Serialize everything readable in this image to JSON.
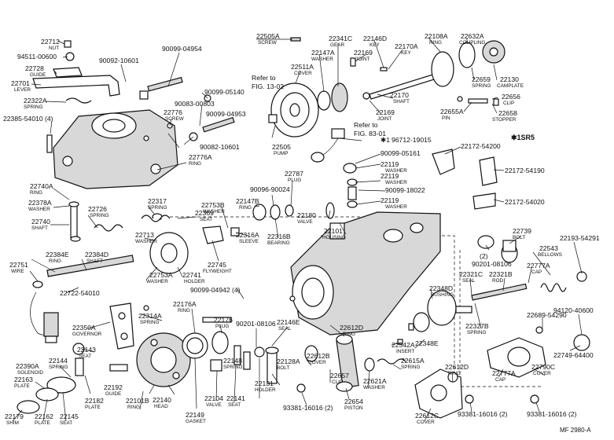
{
  "figure_code": "MF 2980-A",
  "variant_note": "✱1SR5",
  "callouts": [
    {
      "id": "c1",
      "part": "22712",
      "name": "NUT"
    },
    {
      "id": "c2",
      "part": "94511-00600",
      "name": ""
    },
    {
      "id": "c3",
      "part": "22728",
      "name": "GUIDE"
    },
    {
      "id": "c4",
      "part": "22701",
      "name": "LEVER"
    },
    {
      "id": "c5",
      "part": "22322A",
      "name": "SPRING"
    },
    {
      "id": "c6",
      "part": "22385-54010 (4)",
      "name": ""
    },
    {
      "id": "c7",
      "part": "90092-10601",
      "name": ""
    },
    {
      "id": "c8",
      "part": "90099-04954",
      "name": ""
    },
    {
      "id": "c9",
      "part": "90099-05140",
      "name": ""
    },
    {
      "id": "c10",
      "part": "90083-00803",
      "name": ""
    },
    {
      "id": "c11",
      "part": "22776",
      "name": "SCREW"
    },
    {
      "id": "c12",
      "part": "90099-04953",
      "name": ""
    },
    {
      "id": "c13",
      "part": "90082-10601",
      "name": ""
    },
    {
      "id": "c14",
      "part": "22776A",
      "name": "RING"
    },
    {
      "id": "c15",
      "part": "22505A",
      "name": "SCREW"
    },
    {
      "id": "c16",
      "part": "22341C",
      "name": "GEAR"
    },
    {
      "id": "c17",
      "part": "22147A",
      "name": "WASHER"
    },
    {
      "id": "c18",
      "part": "22511A",
      "name": "COVER"
    },
    {
      "id": "c19",
      "part": "22505",
      "name": "PUMP"
    },
    {
      "id": "c20",
      "part": "22169",
      "name": "JOINT"
    },
    {
      "id": "c21",
      "part": "22146D",
      "name": "KEY"
    },
    {
      "id": "c22",
      "part": "22170A",
      "name": "KEY"
    },
    {
      "id": "c23",
      "part": "22108A",
      "name": "RING"
    },
    {
      "id": "c24",
      "part": "22632A",
      "name": "COUPLING"
    },
    {
      "id": "c25",
      "part": "22130",
      "name": "CAMPLATE"
    },
    {
      "id": "c26",
      "part": "22659",
      "name": "SPRING"
    },
    {
      "id": "c27",
      "part": "22170",
      "name": "SHAFT"
    },
    {
      "id": "c28",
      "part": "22169",
      "name": "JOINT"
    },
    {
      "id": "c29",
      "part": "22656",
      "name": "CLIP"
    },
    {
      "id": "c30",
      "part": "22655A",
      "name": "PIN"
    },
    {
      "id": "c31",
      "part": "22658",
      "name": "STOPPER"
    },
    {
      "id": "c32",
      "part": "96712-19015",
      "name": ""
    },
    {
      "id": "c33",
      "part": "90099-05161",
      "name": ""
    },
    {
      "id": "c34",
      "part": "22172-54200",
      "name": ""
    },
    {
      "id": "c35",
      "part": "22119",
      "name": "WASHER"
    },
    {
      "id": "c36",
      "part": "22119",
      "name": "WASHER"
    },
    {
      "id": "c37",
      "part": "90099-18022",
      "name": ""
    },
    {
      "id": "c38",
      "part": "22119",
      "name": "WASHER"
    },
    {
      "id": "c39",
      "part": "22172-54190",
      "name": ""
    },
    {
      "id": "c40",
      "part": "22172-54020",
      "name": ""
    },
    {
      "id": "c41",
      "part": "22101",
      "name": "HOUSING"
    },
    {
      "id": "c42",
      "part": "22180",
      "name": "VALVE"
    },
    {
      "id": "c43",
      "part": "22787",
      "name": "PLUG"
    },
    {
      "id": "c44",
      "part": "90096-90024",
      "name": ""
    },
    {
      "id": "c45",
      "part": "22147B",
      "name": "RING"
    },
    {
      "id": "c46",
      "part": "22753B",
      "name": "WASHER"
    },
    {
      "id": "c47",
      "part": "22316A",
      "name": "SLEEVE"
    },
    {
      "id": "c48",
      "part": "22316B",
      "name": "BEARING"
    },
    {
      "id": "c49",
      "part": "22740A",
      "name": "RING"
    },
    {
      "id": "c50",
      "part": "22378A",
      "name": "WASHER"
    },
    {
      "id": "c51",
      "part": "22740",
      "name": "SHAFT"
    },
    {
      "id": "c52",
      "part": "22726",
      "name": "SPRING"
    },
    {
      "id": "c53",
      "part": "22317",
      "name": "SPRING"
    },
    {
      "id": "c54",
      "part": "22369",
      "name": "SEAT"
    },
    {
      "id": "c55",
      "part": "22713",
      "name": "WASHER"
    },
    {
      "id": "c56",
      "part": "22745",
      "name": "FLYWEIGHT"
    },
    {
      "id": "c57",
      "part": "22741",
      "name": "HOLDER"
    },
    {
      "id": "c58",
      "part": "22753A",
      "name": "WASHER"
    },
    {
      "id": "c59",
      "part": "22384E",
      "name": "RING"
    },
    {
      "id": "c60",
      "part": "22384D",
      "name": "SHAFT"
    },
    {
      "id": "c61",
      "part": "22751",
      "name": "WIRE"
    },
    {
      "id": "c62",
      "part": "22722-54010",
      "name": ""
    },
    {
      "id": "c63",
      "part": "90099-04942 (4)",
      "name": ""
    },
    {
      "id": "c64",
      "part": "22739",
      "name": "BOLT"
    },
    {
      "id": "c65",
      "part": "22193-54291",
      "name": ""
    },
    {
      "id": "c66",
      "part": "22543",
      "name": "BELLOWS"
    },
    {
      "id": "c67",
      "part": "90201-08106",
      "name": ""
    },
    {
      "id": "c68",
      "part": "(2)",
      "name": ""
    },
    {
      "id": "c69",
      "part": "22777A",
      "name": "CAP"
    },
    {
      "id": "c70",
      "part": "22321C",
      "name": "SEAL"
    },
    {
      "id": "c71",
      "part": "22321B",
      "name": "ROD"
    },
    {
      "id": "c72",
      "part": "94120-40600",
      "name": ""
    },
    {
      "id": "c73",
      "part": "22348D",
      "name": "BUSHING"
    },
    {
      "id": "c74",
      "part": "22314A",
      "name": "SPRING"
    },
    {
      "id": "c75",
      "part": "22350A",
      "name": "GOVERNOR"
    },
    {
      "id": "c76",
      "part": "22176A",
      "name": "RING"
    },
    {
      "id": "c77",
      "part": "22176",
      "name": "PLUG"
    },
    {
      "id": "c78",
      "part": "90201-08106",
      "name": ""
    },
    {
      "id": "c79",
      "part": "22146E",
      "name": "SEAL"
    },
    {
      "id": "c80",
      "part": "22612D",
      "name": "RING"
    },
    {
      "id": "c81",
      "part": "22327B",
      "name": "SPRING"
    },
    {
      "id": "c82",
      "part": "22689-54290",
      "name": ""
    },
    {
      "id": "c83",
      "part": "22749-64400",
      "name": ""
    },
    {
      "id": "c84",
      "part": "22348E",
      "name": "RING"
    },
    {
      "id": "c85",
      "part": "22542A",
      "name": "INSERT"
    },
    {
      "id": "c86",
      "part": "22143",
      "name": "SEAT"
    },
    {
      "id": "c87",
      "part": "22144",
      "name": "SPRING"
    },
    {
      "id": "c88",
      "part": "22390A",
      "name": "SOLENOID"
    },
    {
      "id": "c89",
      "part": "22163",
      "name": "PLATE"
    },
    {
      "id": "c90",
      "part": "22182",
      "name": "PLATE"
    },
    {
      "id": "c91",
      "part": "22192",
      "name": "GUIDE"
    },
    {
      "id": "c92",
      "part": "22140",
      "name": "HEAD"
    },
    {
      "id": "c93",
      "part": "22101B",
      "name": "RING"
    },
    {
      "id": "c94",
      "part": "22149",
      "name": "GASKET"
    },
    {
      "id": "c95",
      "part": "22104",
      "name": "VALVE"
    },
    {
      "id": "c96",
      "part": "22148",
      "name": "SPRING"
    },
    {
      "id": "c97",
      "part": "22141",
      "name": "SEAT"
    },
    {
      "id": "c98",
      "part": "22131",
      "name": "HOLDER"
    },
    {
      "id": "c99",
      "part": "22128A",
      "name": "BOLT"
    },
    {
      "id": "c100",
      "part": "22612B",
      "name": "COVER"
    },
    {
      "id": "c101",
      "part": "22657",
      "name": "CLIP"
    },
    {
      "id": "c102",
      "part": "22654",
      "name": "PISTON"
    },
    {
      "id": "c103",
      "part": "22621A",
      "name": "WASHER"
    },
    {
      "id": "c104",
      "part": "22615A",
      "name": "SPRING"
    },
    {
      "id": "c105",
      "part": "22612D",
      "name": "RING"
    },
    {
      "id": "c106",
      "part": "22777A",
      "name": "CAP"
    },
    {
      "id": "c107",
      "part": "22790C",
      "name": "COVER"
    },
    {
      "id": "c108",
      "part": "22179",
      "name": "SHIM"
    },
    {
      "id": "c109",
      "part": "22162",
      "name": "PLATE"
    },
    {
      "id": "c110",
      "part": "22145",
      "name": "SEAT"
    },
    {
      "id": "c111",
      "part": "93381-16016 (2)",
      "name": ""
    },
    {
      "id": "c112",
      "part": "22612C",
      "name": "COVER"
    },
    {
      "id": "c113",
      "part": "93381-16016 (2)",
      "name": ""
    },
    {
      "id": "c114",
      "part": "93381-16016 (2)",
      "name": ""
    }
  ],
  "refs": [
    {
      "id": "r1",
      "line1": "Refer to",
      "line2": "FIG. 13-02"
    },
    {
      "id": "r2",
      "line1": "Refer to",
      "line2": "FIG. 83-01"
    }
  ],
  "marked": [
    {
      "id": "m1",
      "mark": "✱1"
    }
  ]
}
